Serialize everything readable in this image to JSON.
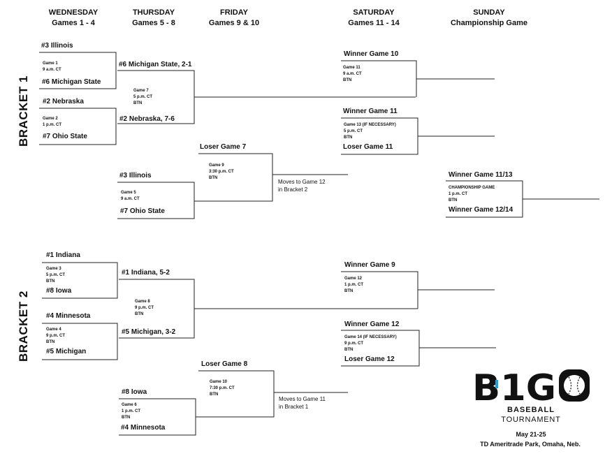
{
  "headers": {
    "wed": {
      "day": "WEDNESDAY",
      "sub": "Games 1 - 4"
    },
    "thu": {
      "day": "THURSDAY",
      "sub": "Games 5 - 8"
    },
    "fri": {
      "day": "FRIDAY",
      "sub": "Games 9 & 10"
    },
    "sat": {
      "day": "SATURDAY",
      "sub": "Games 11 - 14"
    },
    "sun": {
      "day": "SUNDAY",
      "sub": "Championship Game"
    }
  },
  "brackets": {
    "b1": "BRACKET 1",
    "b2": "BRACKET 2"
  },
  "teams": {
    "g1_top": "#3 Illinois",
    "g1_bot": "#6 Michigan State",
    "g2_top": "#2 Nebraska",
    "g2_bot": "#7 Ohio State",
    "g7_top": "#6 Michigan State, 2-1",
    "g7_bot": "#2 Nebraska, 7-6",
    "g5_top": "#3 Illinois",
    "g5_bot": "#7 Ohio State",
    "g9_top": "Loser Game 7",
    "g11_top": "Winner Game 10",
    "g13_top": "Winner Game 11",
    "g13_bot": "Loser Game 11",
    "champ_top": "Winner Game 11/13",
    "champ_bot": "Winner Game 12/14",
    "g3_top": "#1 Indiana",
    "g3_bot": "#8 Iowa",
    "g4_top": "#4 Minnesota",
    "g4_bot": "#5 Michigan",
    "g8_top": "#1 Indiana, 5-2",
    "g8_bot": "#5 Michigan, 3-2",
    "g6_top": "#8 Iowa",
    "g6_bot": "#4 Minnesota",
    "g10_top": "Loser Game 8",
    "g12_top": "Winner Game 9",
    "g14_top": "Winner Game 12",
    "g14_bot": "Loser Game 12"
  },
  "games": {
    "g1": {
      "name": "Game 1",
      "time": "9 a.m. CT"
    },
    "g2": {
      "name": "Game 2",
      "time": "1 p.m. CT"
    },
    "g7": {
      "name": "Game 7",
      "time": "5 p.m. CT",
      "tv": "BTN"
    },
    "g5": {
      "name": "Game 5",
      "time": "9 a.m. CT"
    },
    "g9": {
      "name": "Game 9",
      "time": "3:30 p.m. CT",
      "tv": "BTN"
    },
    "g11": {
      "name": "Game 11",
      "time": "9 a.m. CT",
      "tv": "BTN"
    },
    "g13": {
      "name": "Game 13 (IF NECESSARY)",
      "time": "5 p.m. CT",
      "tv": "BTN"
    },
    "champ": {
      "name": "CHAMPIONSHIP GAME",
      "time": "1 p.m. CT",
      "tv": "BTN"
    },
    "g3": {
      "name": "Game 3",
      "time": "5 p.m. CT",
      "tv": "BTN"
    },
    "g4": {
      "name": "Game 4",
      "time": "9 p.m. CT",
      "tv": "BTN"
    },
    "g8": {
      "name": "Game 8",
      "time": "9 p.m. CT",
      "tv": "BTN"
    },
    "g6": {
      "name": "Game 6",
      "time": "1 p.m. CT",
      "tv": "BTN"
    },
    "g10": {
      "name": "Game 10",
      "time": "7:30 p.m. CT",
      "tv": "BTN"
    },
    "g12": {
      "name": "Game 12",
      "time": "1 p.m. CT",
      "tv": "BTN"
    },
    "g14": {
      "name": "Game 14 (IF NECESSARY)",
      "time": "9 p.m. CT",
      "tv": "BTN"
    }
  },
  "notes": {
    "b1": {
      "line1": "Moves to Game 12",
      "line2": "in Bracket 2"
    },
    "b2": {
      "line1": "Moves to Game 11",
      "line2": "in Bracket 1"
    }
  },
  "logo": {
    "mark": "B1G",
    "word1": "BASEBALL",
    "word2": "TOURNAMENT",
    "dates": "May 21-25",
    "venue": "TD Ameritrade Park, Omaha, Neb.",
    "color_ink": "#111111",
    "color_accent": "#1a9fd8"
  }
}
